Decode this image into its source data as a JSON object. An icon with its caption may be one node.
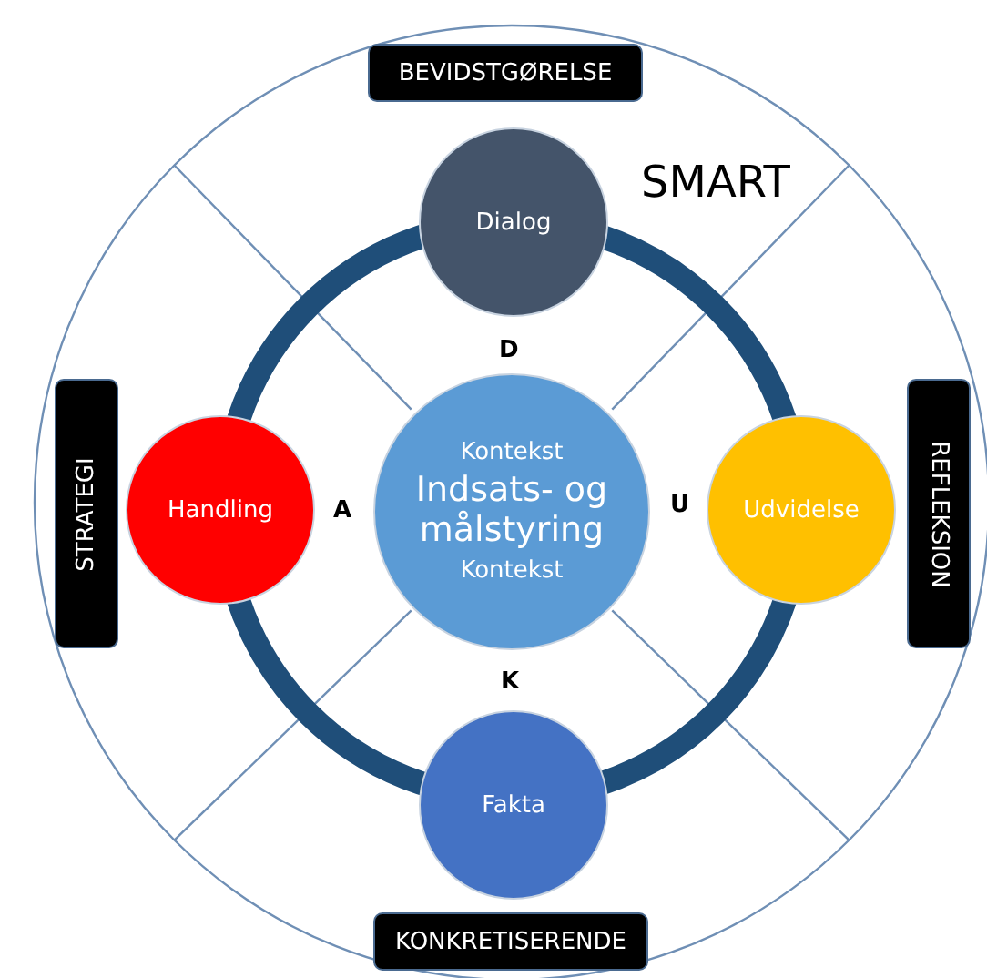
{
  "diagram": {
    "nodes": [
      {
        "text": [
          "BEVIDSTGØRELSE"
        ]
      },
      {
        "text": [
          "Dialog"
        ]
      },
      {
        "text": [
          "STRATEGI"
        ]
      },
      {
        "text": [
          "Handling"
        ]
      },
      {
        "text": [
          "Kontekst",
          "Indsats- og målstyring",
          "Kontekst"
        ]
      },
      {
        "text": [
          "Udvidelse"
        ]
      },
      {
        "text": [
          "REFLEKSION"
        ]
      },
      {
        "text": [
          "Fakta"
        ]
      },
      {
        "text": [
          "KONKRETISERENDE"
        ]
      }
    ],
    "labels": [
      "SMART",
      "D",
      "A",
      "U",
      "K"
    ]
  }
}
